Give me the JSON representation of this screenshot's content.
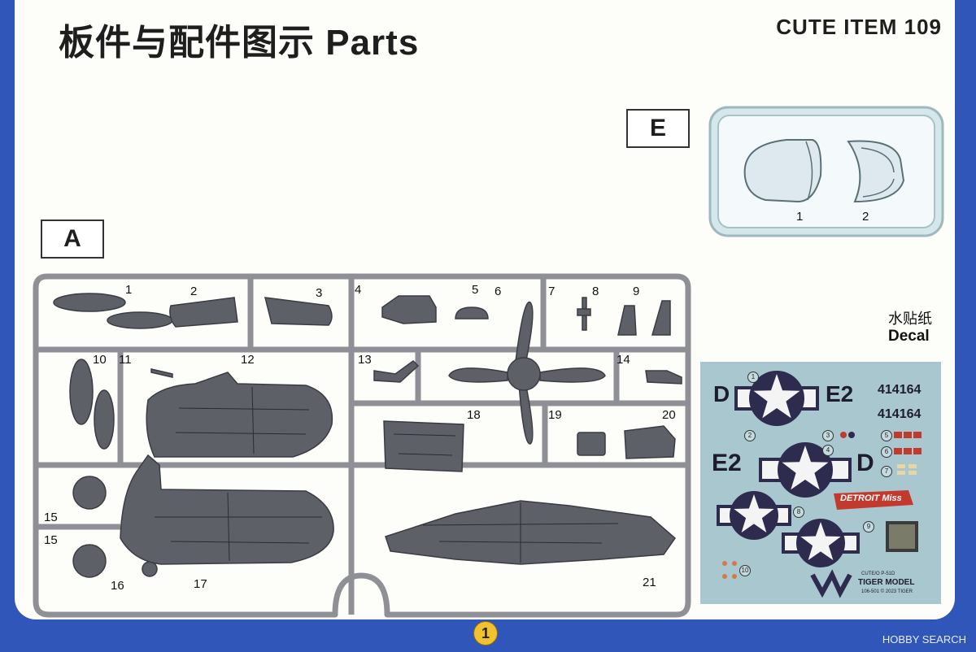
{
  "header": {
    "title": "板件与配件图示 Parts",
    "item": "CUTE ITEM  109"
  },
  "sprues": {
    "a_label": "A",
    "e_label": "E"
  },
  "parts_e": [
    "1",
    "2"
  ],
  "parts_a": [
    "1",
    "2",
    "3",
    "4",
    "5",
    "6",
    "7",
    "8",
    "9",
    "10",
    "11",
    "12",
    "13",
    "14",
    "15",
    "15",
    "16",
    "17",
    "18",
    "19",
    "20",
    "21"
  ],
  "decal": {
    "label_cn": "水贴纸",
    "label_en": "Decal",
    "markings": {
      "d_top": "D",
      "e2_top": "E2",
      "serial_1": "414164",
      "serial_2": "414164",
      "e2_mid": "E2",
      "d_mid": "D",
      "nose_art": "DETROIT Miss",
      "brand": "TIGER MODEL",
      "code_1": "CUTE/O  P-51D",
      "code_2": "106-501     © 2023 TIGER"
    },
    "callouts": [
      "1",
      "2",
      "3",
      "4",
      "5",
      "6",
      "7",
      "8",
      "9",
      "10"
    ]
  },
  "footer": {
    "page_number": "1",
    "watermark": "HOBBY SEARCH"
  },
  "colors": {
    "border_blue": "#2f56b8",
    "sprue_gray": "#8e9096",
    "part_gray": "#5e6068",
    "decal_bg": "#a9c7cf",
    "roundel_blue": "#2d2c4f",
    "page_badge": "#f2c12e"
  }
}
